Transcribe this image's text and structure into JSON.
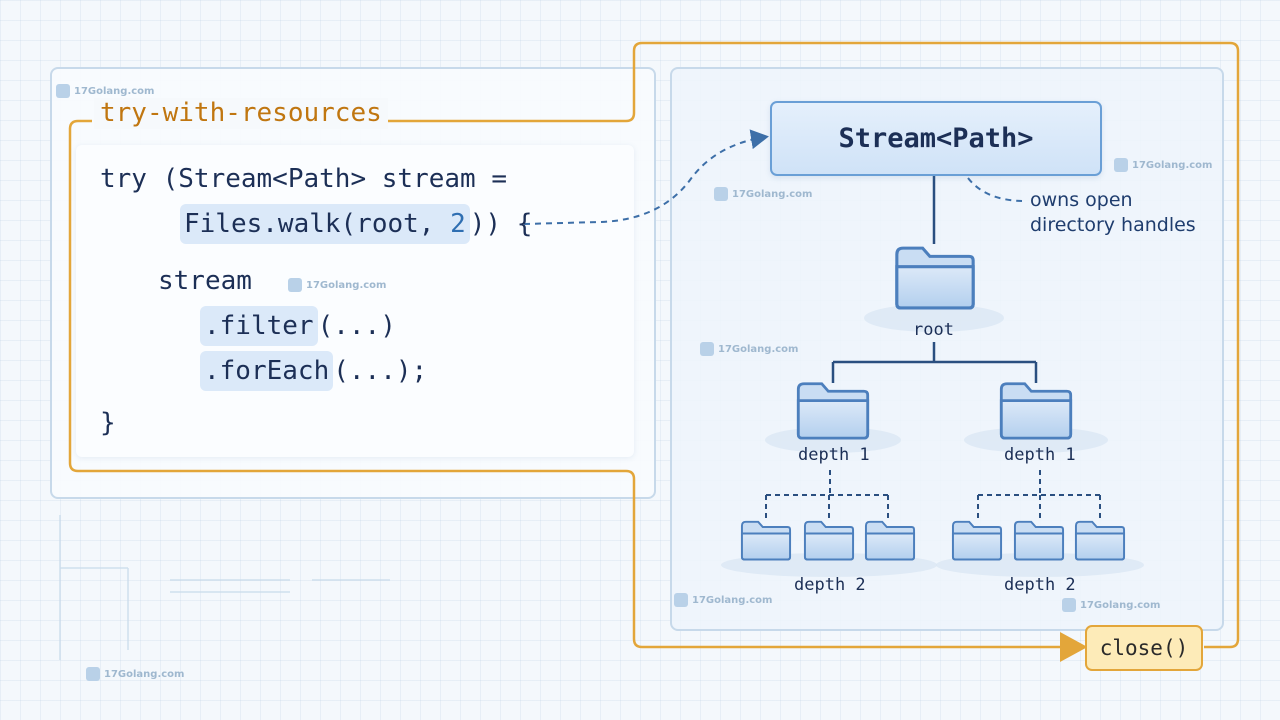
{
  "block_label": "try-with-resources",
  "code": {
    "l1": "try (Stream<Path> stream =",
    "l2_call": "Files.walk(root, ",
    "l2_num": "2",
    "l2_close": ")",
    "l2_tail": ") {",
    "l3": "stream",
    "l4_call": ".filter",
    "l4_args": "(...)",
    "l5_call": ".forEach",
    "l5_args": "(...);",
    "l6": "}"
  },
  "diagram": {
    "stream_box": "Stream<Path>",
    "owns_note": "owns open\ndirectory handles",
    "root_label": "root",
    "depth1_left": "depth 1",
    "depth1_right": "depth 1",
    "depth2_left": "depth 2",
    "depth2_right": "depth 2",
    "close_label": "close()"
  },
  "watermark": "17Golang.com",
  "colors": {
    "accent_orange": "#e3a63a",
    "code_text": "#1c2f56",
    "diagram_blue": "#6a9fd6",
    "highlight": "#dbe9f9"
  },
  "icons": [
    "folder-icon",
    "watermark-logo-icon"
  ]
}
